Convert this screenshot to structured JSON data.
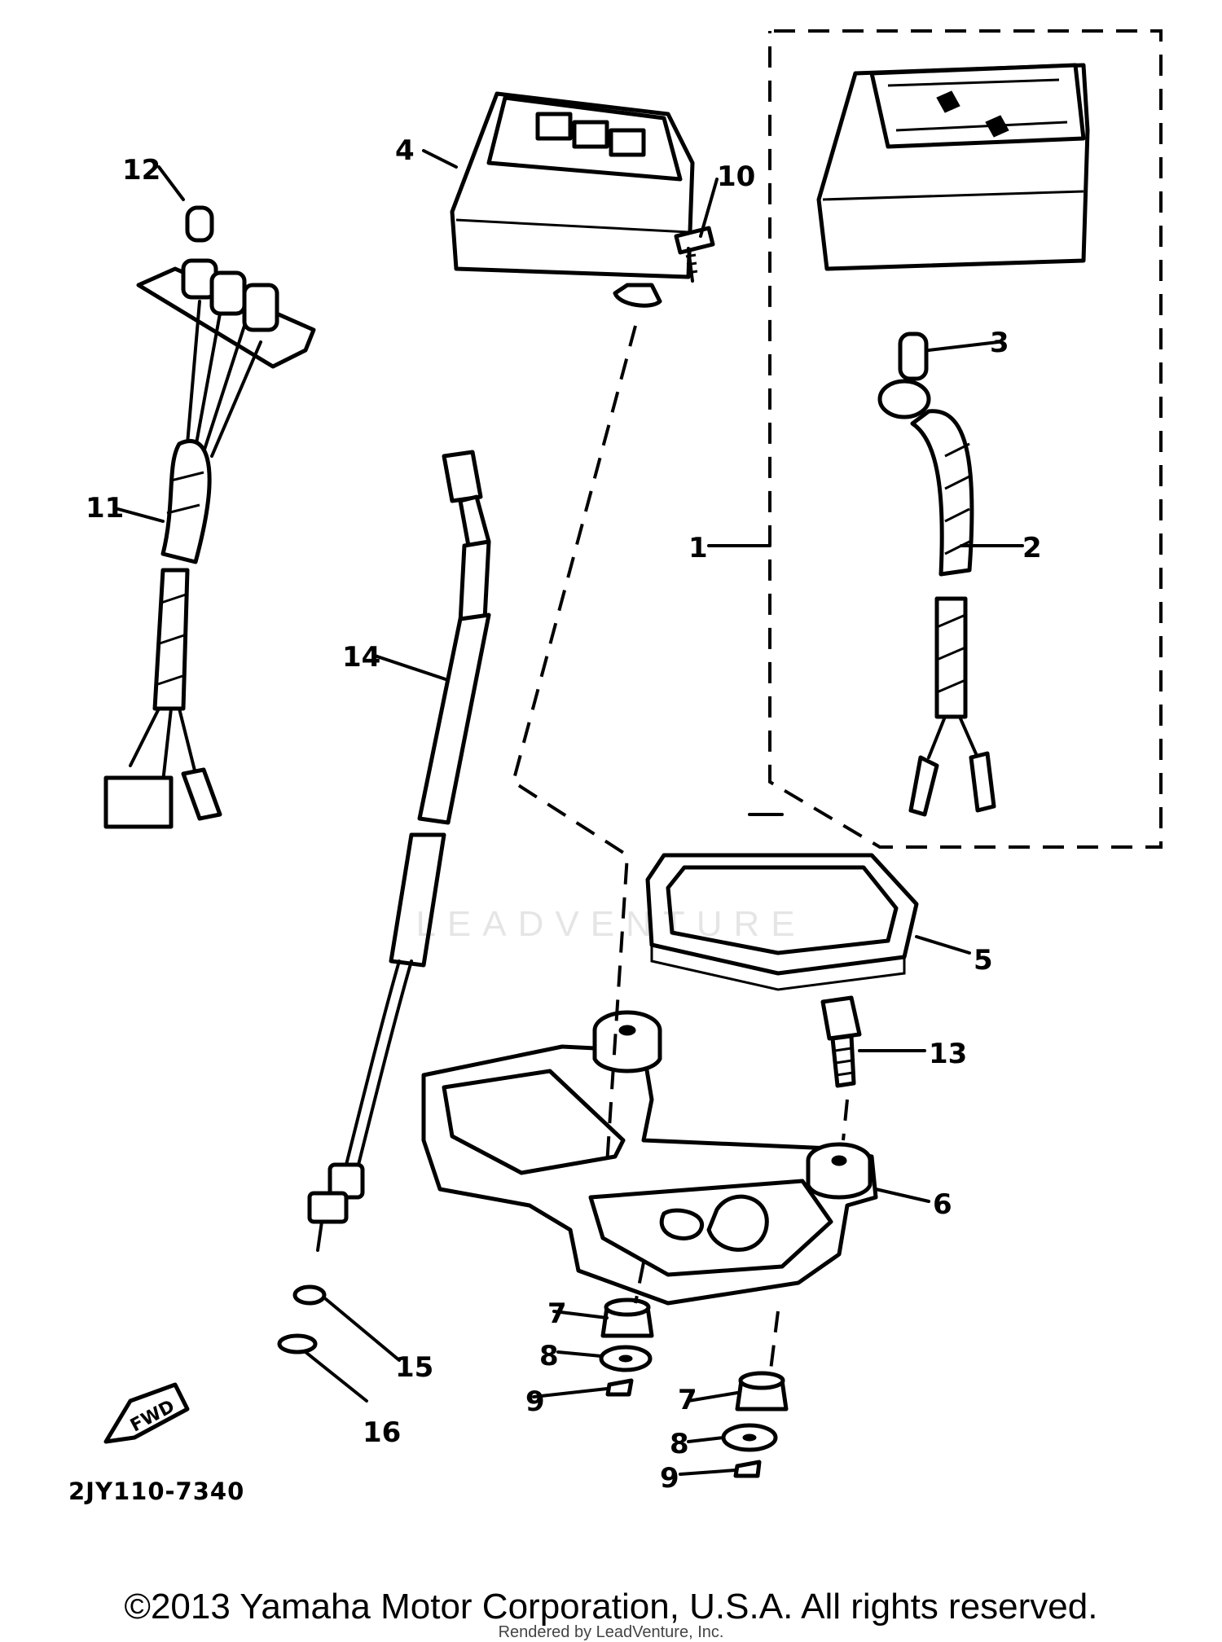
{
  "diagram": {
    "code": "2JY110-7340",
    "fwd_label": "FWD",
    "callouts": {
      "c1": "1",
      "c2": "2",
      "c3": "3",
      "c4": "4",
      "c5": "5",
      "c6": "6",
      "c7a": "7",
      "c7b": "7",
      "c8a": "8",
      "c8b": "8",
      "c9a": "9",
      "c9b": "9",
      "c10": "10",
      "c11": "11",
      "c12": "12",
      "c13": "13",
      "c14": "14",
      "c15": "15",
      "c16": "16"
    }
  },
  "footer": {
    "copyright": "©2013 Yamaha Motor Corporation, U.S.A. All rights reserved.",
    "rendered_by": "Rendered by LeadVenture, Inc."
  },
  "watermark": "LEADVENTURE",
  "colors": {
    "ink": "#000000",
    "paper": "#ffffff"
  }
}
